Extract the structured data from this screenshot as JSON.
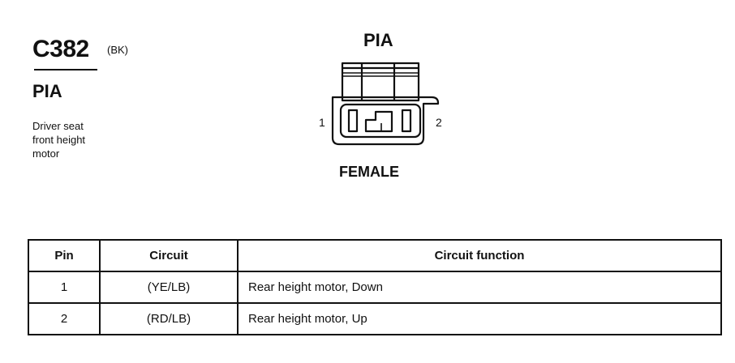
{
  "connector": {
    "id": "C382",
    "color_code": "(BK)",
    "name": "PIA",
    "description_lines": [
      "Driver seat",
      "front height",
      "motor"
    ]
  },
  "diagram": {
    "title": "PIA",
    "pin_left": "1",
    "pin_right": "2",
    "gender": "FEMALE"
  },
  "table": {
    "headers": [
      "Pin",
      "Circuit",
      "Circuit function"
    ],
    "rows": [
      {
        "pin": "1",
        "circuit": "(YE/LB)",
        "function": "Rear height motor, Down"
      },
      {
        "pin": "2",
        "circuit": "(RD/LB)",
        "function": "Rear height motor, Up"
      }
    ]
  }
}
